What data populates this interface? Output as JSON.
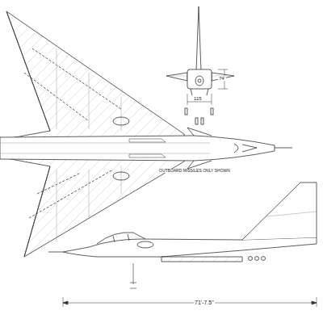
{
  "diagram": {
    "labels": [
      "OUTBOARD MISSILES ONLY SHOWN",
      "74'",
      "115",
      "71'-7.5\""
    ]
  }
}
